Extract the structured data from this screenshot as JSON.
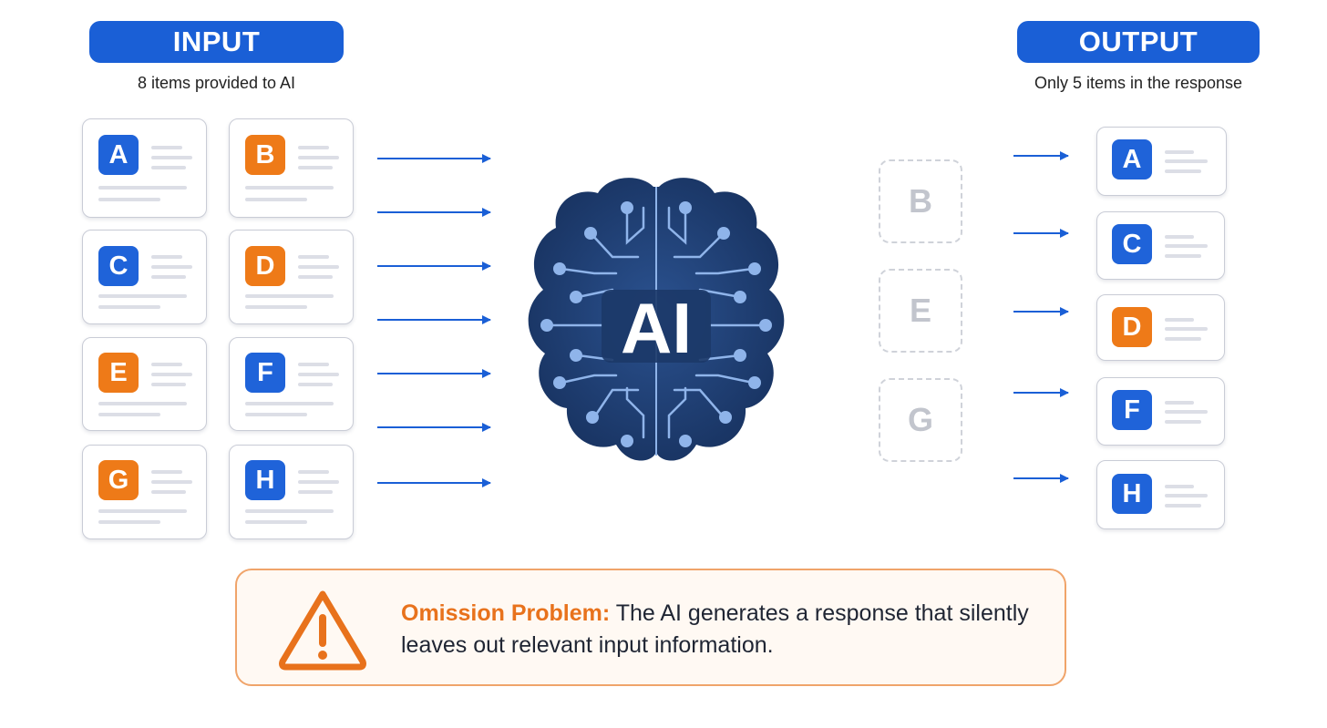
{
  "input": {
    "title": "INPUT",
    "subtitle": "8 items provided to AI",
    "items": [
      {
        "letter": "A",
        "color": "#1f63d9"
      },
      {
        "letter": "B",
        "color": "#ee7a18"
      },
      {
        "letter": "C",
        "color": "#1f63d9"
      },
      {
        "letter": "D",
        "color": "#ee7a18"
      },
      {
        "letter": "E",
        "color": "#ee7a18"
      },
      {
        "letter": "F",
        "color": "#1f63d9"
      },
      {
        "letter": "G",
        "color": "#ee7a18"
      },
      {
        "letter": "H",
        "color": "#1f63d9"
      }
    ]
  },
  "ai": {
    "label": "AI",
    "color": "#1b3a6b"
  },
  "omitted": [
    "B",
    "E",
    "G"
  ],
  "output": {
    "title": "OUTPUT",
    "subtitle": "Only 5 items in the response",
    "items": [
      {
        "letter": "A",
        "color": "#1f63d9"
      },
      {
        "letter": "C",
        "color": "#1f63d9"
      },
      {
        "letter": "D",
        "color": "#ee7a18"
      },
      {
        "letter": "F",
        "color": "#1f63d9"
      },
      {
        "letter": "H",
        "color": "#1f63d9"
      }
    ]
  },
  "warning": {
    "title": "Omission Problem:",
    "text": "The AI generates a response that silently leaves out relevant input information.",
    "icon": "warning-triangle-icon",
    "accent": "#e8721c"
  },
  "arrow_color": "#1a5fd6"
}
